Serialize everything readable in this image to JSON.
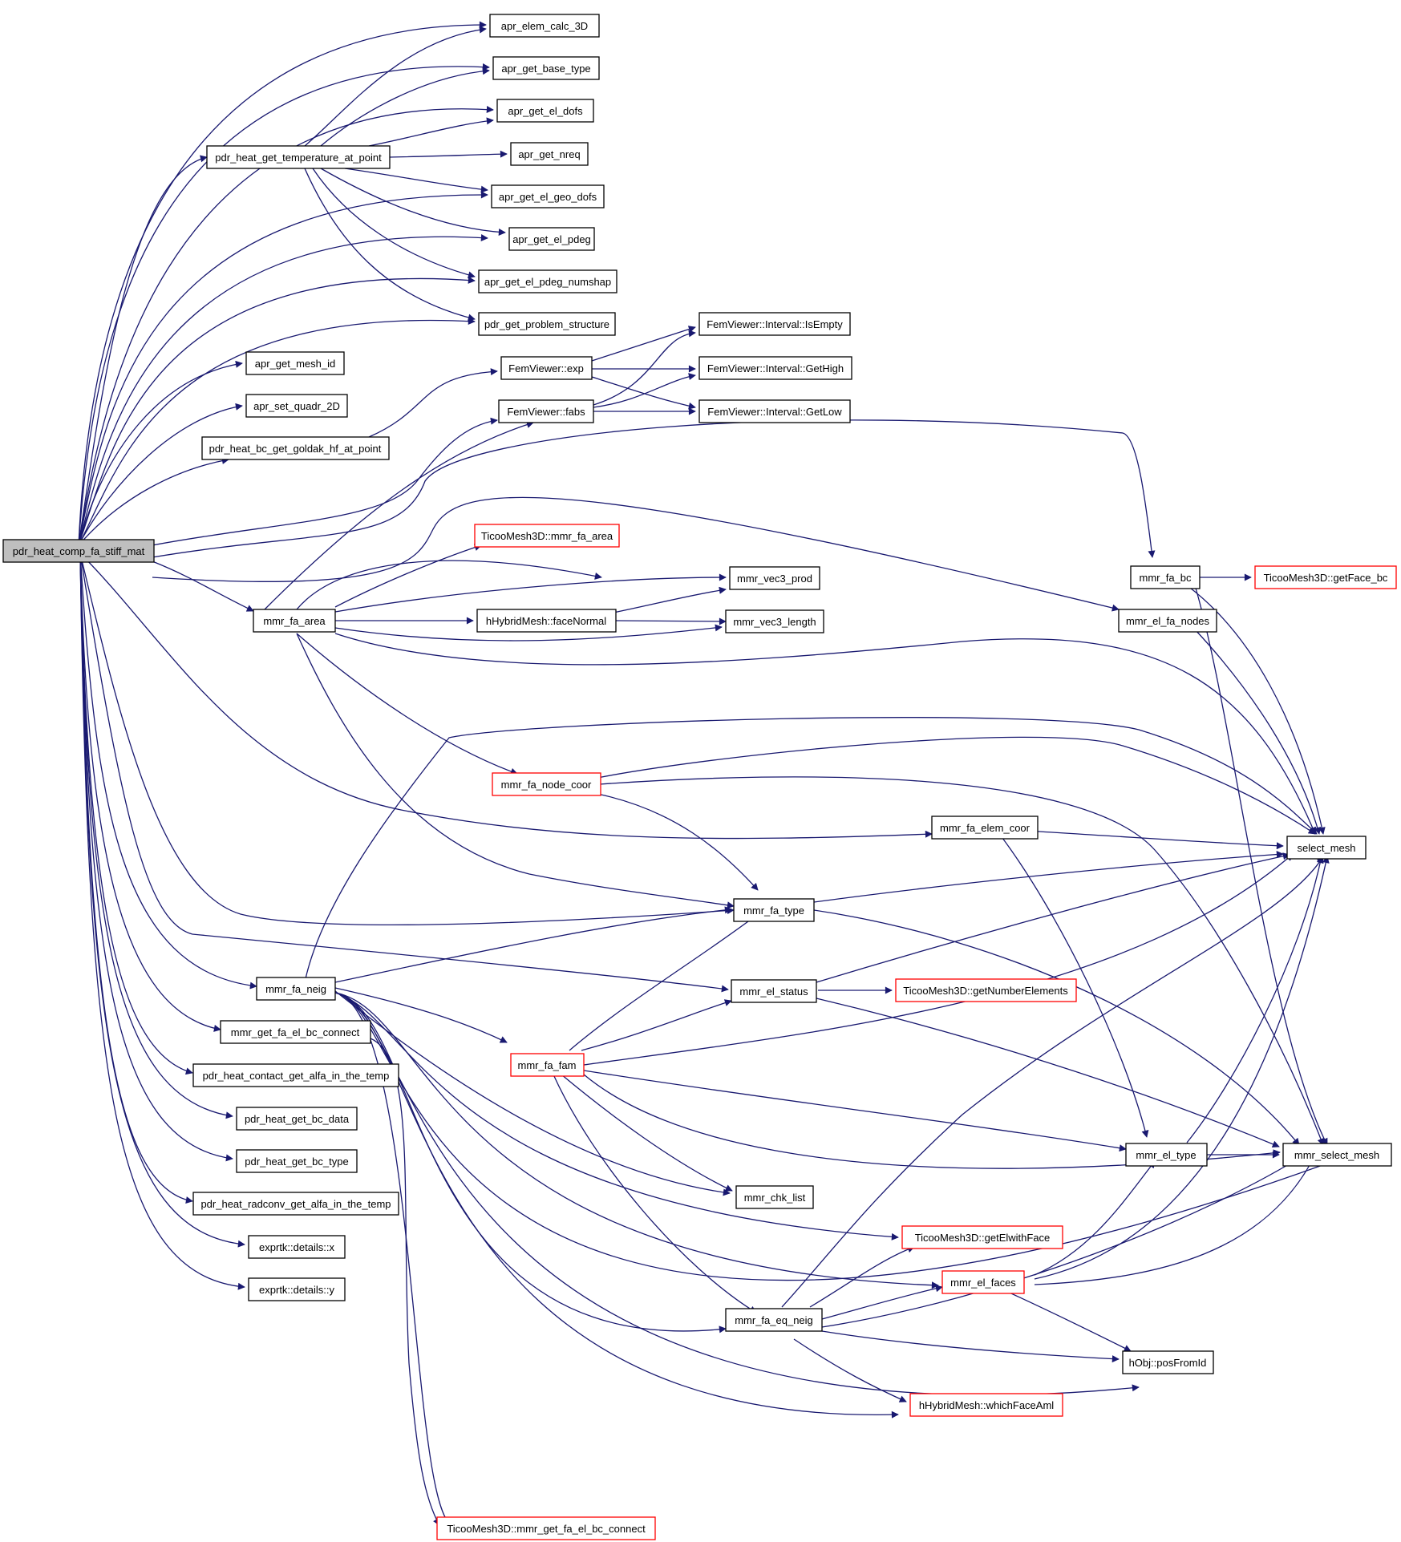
{
  "graph": {
    "colors": {
      "edge": "#191970",
      "node_border": "#000000",
      "node_border_external": "#ff0000",
      "root_fill": "#bfbfbf",
      "background": "#ffffff"
    },
    "nodes": [
      {
        "id": "root",
        "label": "pdr_heat_comp_fa_stiff_mat",
        "style": "root"
      },
      {
        "id": "n_elem_calc",
        "label": "apr_elem_calc_3D",
        "style": "normal"
      },
      {
        "id": "n_base_type",
        "label": "apr_get_base_type",
        "style": "normal"
      },
      {
        "id": "n_el_dofs",
        "label": "apr_get_el_dofs",
        "style": "normal"
      },
      {
        "id": "n_temp_pt",
        "label": "pdr_heat_get_temperature_at_point",
        "style": "normal"
      },
      {
        "id": "n_nreq",
        "label": "apr_get_nreq",
        "style": "normal"
      },
      {
        "id": "n_geo_dofs",
        "label": "apr_get_el_geo_dofs",
        "style": "normal"
      },
      {
        "id": "n_el_pdeg",
        "label": "apr_get_el_pdeg",
        "style": "normal"
      },
      {
        "id": "n_pdeg_numshap",
        "label": "apr_get_el_pdeg_numshap",
        "style": "normal"
      },
      {
        "id": "n_prob_struct",
        "label": "pdr_get_problem_structure",
        "style": "normal"
      },
      {
        "id": "n_mesh_id",
        "label": "apr_get_mesh_id",
        "style": "normal"
      },
      {
        "id": "n_quadr",
        "label": "apr_set_quadr_2D",
        "style": "normal"
      },
      {
        "id": "n_goldak",
        "label": "pdr_heat_bc_get_goldak_hf_at_point",
        "style": "normal"
      },
      {
        "id": "n_exp",
        "label": "FemViewer::exp",
        "style": "normal"
      },
      {
        "id": "n_fabs",
        "label": "FemViewer::fabs",
        "style": "normal"
      },
      {
        "id": "n_isempty",
        "label": "FemViewer::Interval::IsEmpty",
        "style": "normal"
      },
      {
        "id": "n_gethigh",
        "label": "FemViewer::Interval::GetHigh",
        "style": "normal"
      },
      {
        "id": "n_getlow",
        "label": "FemViewer::Interval::GetLow",
        "style": "normal"
      },
      {
        "id": "n_tc_fa_area",
        "label": "TicooMesh3D::mmr_fa_area",
        "style": "red"
      },
      {
        "id": "n_vec3_prod",
        "label": "mmr_vec3_prod",
        "style": "normal"
      },
      {
        "id": "n_fa_area",
        "label": "mmr_fa_area",
        "style": "normal"
      },
      {
        "id": "n_facenormal",
        "label": "hHybridMesh::faceNormal",
        "style": "normal"
      },
      {
        "id": "n_vec3_len",
        "label": "mmr_vec3_length",
        "style": "normal"
      },
      {
        "id": "n_fa_bc",
        "label": "mmr_fa_bc",
        "style": "normal"
      },
      {
        "id": "n_getface_bc",
        "label": "TicooMesh3D::getFace_bc",
        "style": "red"
      },
      {
        "id": "n_el_fa_nodes",
        "label": "mmr_el_fa_nodes",
        "style": "normal"
      },
      {
        "id": "n_node_coor",
        "label": "mmr_fa_node_coor",
        "style": "red"
      },
      {
        "id": "n_elem_coor",
        "label": "mmr_fa_elem_coor",
        "style": "normal"
      },
      {
        "id": "n_select_mesh",
        "label": "select_mesh",
        "style": "normal"
      },
      {
        "id": "n_fa_type",
        "label": "mmr_fa_type",
        "style": "normal"
      },
      {
        "id": "n_fa_neig",
        "label": "mmr_fa_neig",
        "style": "normal"
      },
      {
        "id": "n_el_status",
        "label": "mmr_el_status",
        "style": "normal"
      },
      {
        "id": "n_numelems",
        "label": "TicooMesh3D::getNumberElements",
        "style": "red"
      },
      {
        "id": "n_fa_el_bc",
        "label": "mmr_get_fa_el_bc_connect",
        "style": "normal"
      },
      {
        "id": "n_fa_fam",
        "label": "mmr_fa_fam",
        "style": "red"
      },
      {
        "id": "n_contact",
        "label": "pdr_heat_contact_get_alfa_in_the_temp",
        "style": "normal"
      },
      {
        "id": "n_bc_data",
        "label": "pdr_heat_get_bc_data",
        "style": "normal"
      },
      {
        "id": "n_bc_type",
        "label": "pdr_heat_get_bc_type",
        "style": "normal"
      },
      {
        "id": "n_el_type",
        "label": "mmr_el_type",
        "style": "normal"
      },
      {
        "id": "n_mmr_select",
        "label": "mmr_select_mesh",
        "style": "normal"
      },
      {
        "id": "n_radconv",
        "label": "pdr_heat_radconv_get_alfa_in_the_temp",
        "style": "normal"
      },
      {
        "id": "n_chk_list",
        "label": "mmr_chk_list",
        "style": "normal"
      },
      {
        "id": "n_getel",
        "label": "TicooMesh3D::getElwithFace",
        "style": "red"
      },
      {
        "id": "n_details_x",
        "label": "exprtk::details::x",
        "style": "normal"
      },
      {
        "id": "n_el_faces",
        "label": "mmr_el_faces",
        "style": "red"
      },
      {
        "id": "n_details_y",
        "label": "exprtk::details::y",
        "style": "normal"
      },
      {
        "id": "n_eq_neig",
        "label": "mmr_fa_eq_neig",
        "style": "normal"
      },
      {
        "id": "n_posfromid",
        "label": "hObj::posFromId",
        "style": "normal"
      },
      {
        "id": "n_whichface",
        "label": "hHybridMesh::whichFaceAml",
        "style": "red"
      },
      {
        "id": "n_tc_fa_el_bc",
        "label": "TicooMesh3D::mmr_get_fa_el_bc_connect",
        "style": "red"
      }
    ]
  }
}
